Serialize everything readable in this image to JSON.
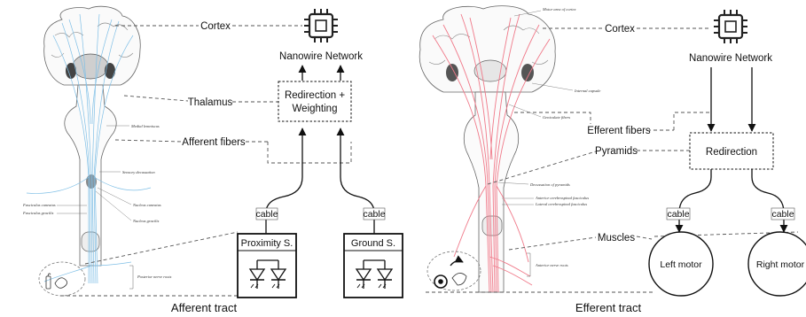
{
  "afferent": {
    "caption": "Afferent tract",
    "labels": {
      "cortex": "Cortex",
      "thalamus": "Thalamus",
      "afferent_fibers": "Afferent fibers"
    },
    "network": "Nanowire Network",
    "processor_line1": "Redirection +",
    "processor_line2": "Weighting",
    "cable_left": "cable",
    "cable_right": "cable",
    "sensor_left": "Proximity S.",
    "sensor_right": "Ground S.",
    "anatomy": {
      "medial_lemniscus": "Medial lemniscus",
      "sensory_decussation": "Sensory decussation",
      "fasciculus_cuneatus": "Fasciculus cuneatus",
      "fasciculus_gracilis": "Fasciculus gracilis",
      "nucleus_cuneatus": "Nucleus cuneatus",
      "nucleus_gracilis": "Nucleus gracilis",
      "posterior_nerve_roots": "Posterior nerve roots"
    }
  },
  "efferent": {
    "caption": "Efferent tract",
    "labels": {
      "cortex": "Cortex",
      "efferent_fibers": "Efferent fibers",
      "pyramids": "Pyramids",
      "muscles": "Muscles"
    },
    "network": "Nanowire Network",
    "processor": "Redirection",
    "cable_left": "cable",
    "cable_right": "cable",
    "motor_left": "Left motor",
    "motor_right": "Right motor",
    "anatomy": {
      "motor_area": "Motor area of cortex",
      "internal_capsule": "Internal capsule",
      "geniculate_fibers": "Geniculate fibers",
      "decussation_pyramids": "Decussation of pyramids",
      "anterior_cerebrospinal": "Anterior cerebrospinal fasciculus",
      "lateral_cerebrospinal": "Lateral cerebrospinal fasciculus",
      "anterior_nerve_roots": "Anterior nerve roots"
    }
  },
  "colors": {
    "afferent_tract": "#7fbfe6",
    "efferent_tract": "#f07a8a",
    "line": "#111111",
    "dashed": "#555555"
  },
  "icons": [
    "chip-icon",
    "photodiode-icon",
    "motor-icon",
    "hand-icon"
  ]
}
